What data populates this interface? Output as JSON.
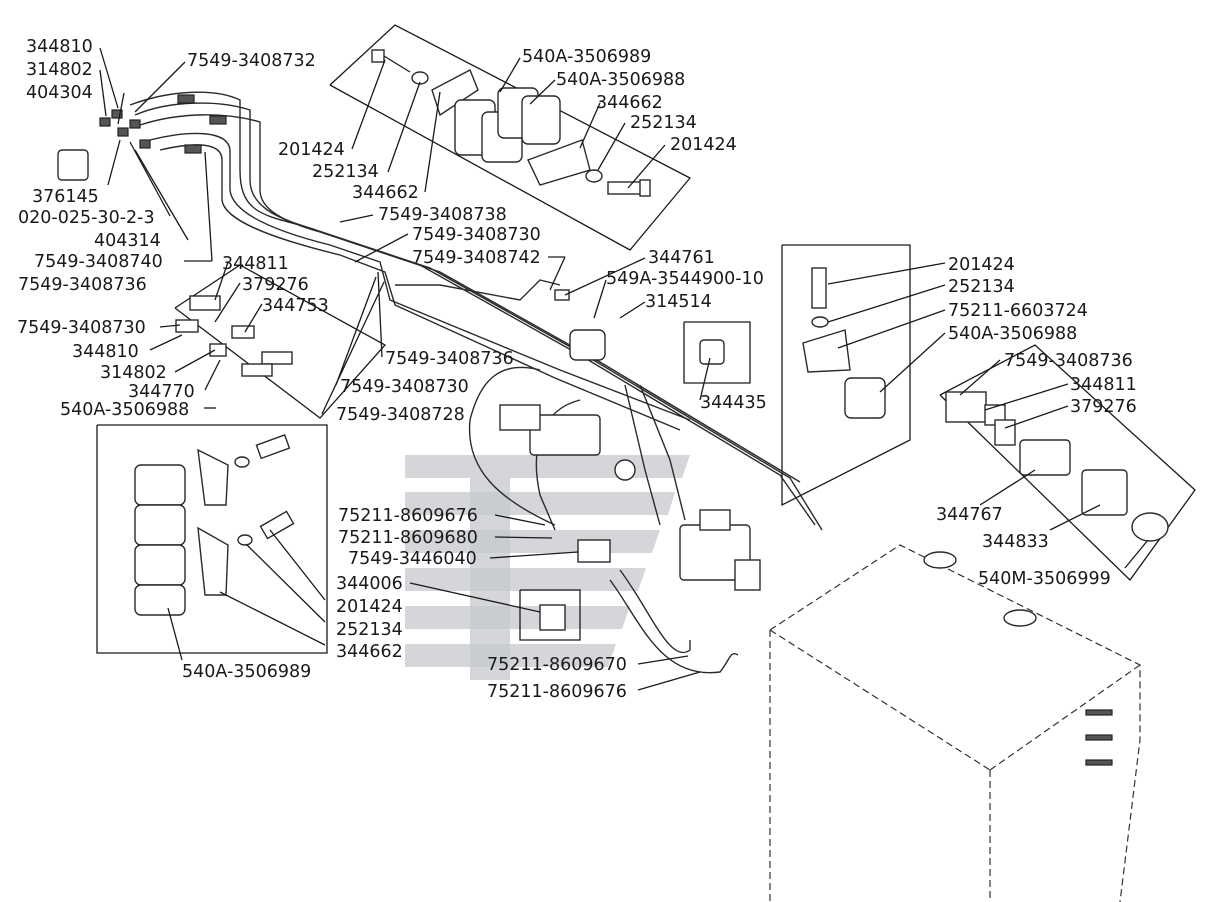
{
  "labels": {
    "l1": "344810",
    "l2": "314802",
    "l3": "404304",
    "l4": "7549-3408732",
    "l5": "540A-3506989",
    "l6": "540A-3506988",
    "l7": "344662",
    "l8": "252134",
    "l9": "201424",
    "l10": "201424",
    "l11": "252134",
    "l12": "344662",
    "l13": "376145",
    "l14": "020-025-30-2-3",
    "l15": "404314",
    "l16": "7549-3408740",
    "l17": "7549-3408738",
    "l18": "7549-3408730",
    "l19": "7549-3408742",
    "l20": "344761",
    "l21": "549A-3544900-10",
    "l22": "314514",
    "l23": "344811",
    "l24": "7549-3408736",
    "l25": "379276",
    "l26": "344753",
    "l27": "7549-3408730",
    "l28": "344810",
    "l29": "314802",
    "l30": "344770",
    "l31": "540A-3506988",
    "l32": "7549-3408736",
    "l33": "7549-3408730",
    "l34": "7549-3408728",
    "l35": "344435",
    "l36": "201424",
    "l37": "252134",
    "l38": "75211-6603724",
    "l39": "540A-3506988",
    "l40": "7549-3408736",
    "l41": "344811",
    "l42": "379276",
    "l43": "344767",
    "l44": "344833",
    "l45": "540M-3506999",
    "l46": "75211-8609676",
    "l47": "75211-8609680",
    "l48": "7549-3446040",
    "l49": "344006",
    "l50": "201424",
    "l51": "252134",
    "l52": "344662",
    "l53": "540A-3506989",
    "l54": "75211-8609670",
    "l55": "75211-8609676"
  }
}
